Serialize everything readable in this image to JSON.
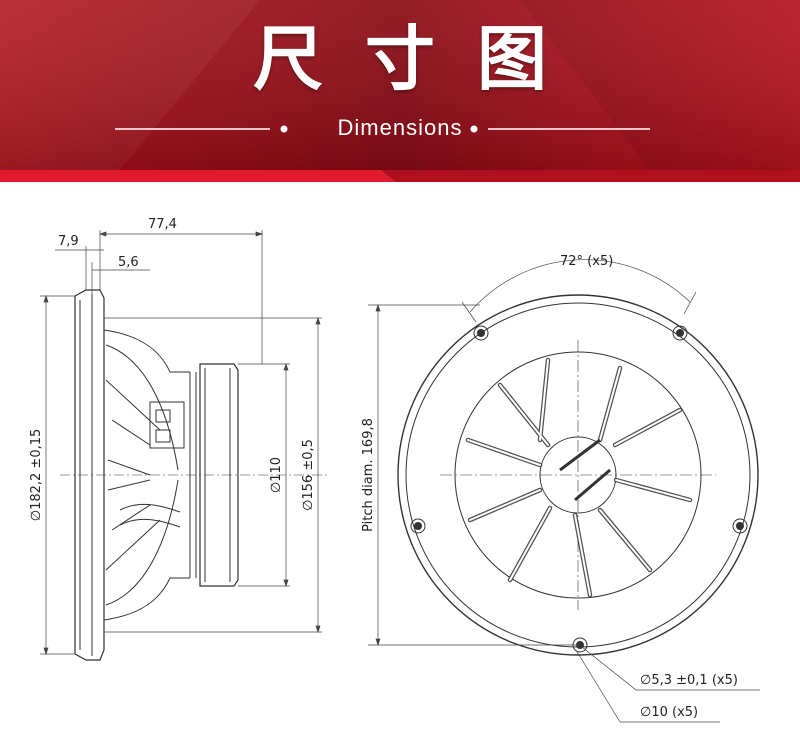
{
  "header": {
    "title_cn": "尺寸图",
    "title_en": "Dimensions",
    "colors": {
      "band_dark": "#7a0a12",
      "band_light": "#d8182a",
      "text": "#ffffff"
    }
  },
  "dimensions": {
    "side_view": {
      "total_depth": "77,4",
      "flange_thickness": "7,9",
      "mount_offset": "5,6",
      "outer_diameter": "182,2 ±0,15",
      "magnet_diameter": "110",
      "frame_diameter": "156 ±0,5"
    },
    "front_view": {
      "hole_angle": "72° (x5)",
      "pitch_diameter": "Pitch diam.  169,8",
      "hole_diameter": "5,3 ±0,1 (x5)",
      "boss_diameter": "10 (x5)"
    },
    "diameter_symbol": "∅"
  }
}
